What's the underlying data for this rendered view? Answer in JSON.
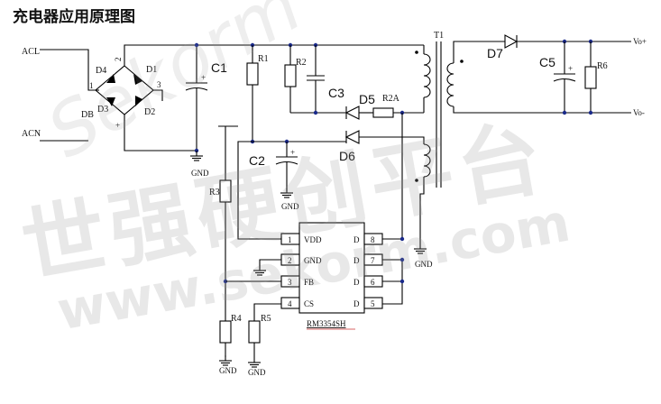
{
  "title": "充电器应用原理图",
  "watermark": {
    "brand": "世强硬创平台",
    "url": "www.sekorm.com",
    "script": "Sekorm"
  },
  "labels": {
    "acl": "ACL",
    "acn": "ACN",
    "d1": "D1",
    "d2": "D2",
    "d3": "D3",
    "d4": "D4",
    "db": "DB",
    "pin1": "1",
    "pin2": "2",
    "pin3": "3",
    "pin4": "4",
    "c1": "C1",
    "c2": "C2",
    "c3": "C3",
    "c5": "C5",
    "d5": "D5",
    "d6": "D6",
    "d7": "D7",
    "r1": "R1",
    "r2": "R2",
    "r2a": "R2A",
    "r3": "R3",
    "r4": "R4",
    "r5": "R5",
    "r6": "R6",
    "t1": "T1",
    "vo_plus": "Vo+",
    "vo_minus": "Vo-",
    "gnd": "GND",
    "plus": "+"
  },
  "ic": {
    "part": "RM3354SH",
    "left_pins": [
      {
        "num": "1",
        "name": "VDD"
      },
      {
        "num": "2",
        "name": "GND"
      },
      {
        "num": "3",
        "name": "FB"
      },
      {
        "num": "4",
        "name": "CS"
      }
    ],
    "right_pins": [
      {
        "num": "8",
        "name": "D"
      },
      {
        "num": "7",
        "name": "D"
      },
      {
        "num": "6",
        "name": "D"
      },
      {
        "num": "5",
        "name": "D"
      }
    ]
  }
}
